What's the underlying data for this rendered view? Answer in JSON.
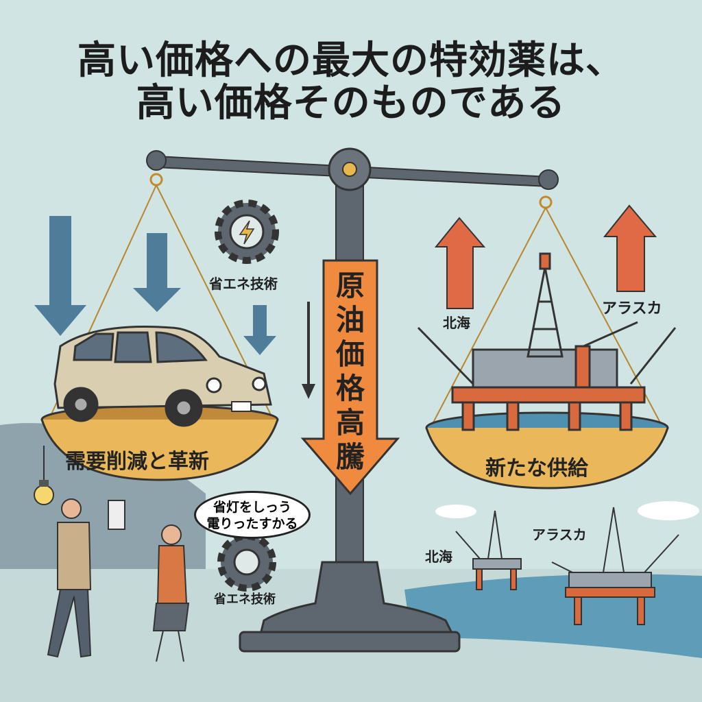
{
  "title": {
    "line1": "高い価格への最大の特効薬は、",
    "line2": "高い価格そのものである"
  },
  "center_arrow": {
    "text": "原油価格高騰"
  },
  "left_pan": {
    "label": "需要削減と革新"
  },
  "right_pan": {
    "label": "新たな供給"
  },
  "gear_labels": {
    "top": "省エネ技術",
    "bottom": "省エネ技術"
  },
  "region_labels": {
    "north_sea_upper": "北海",
    "alaska_upper": "アラスカ",
    "north_sea_lower": "北海",
    "alaska_lower": "アラスカ"
  },
  "speech_bubble": {
    "line1": "省灯をしっう",
    "line2": "電りったすかる"
  },
  "colors": {
    "background": "#cfe4e3",
    "down_arrow": "#4f7d99",
    "up_arrow": "#e06a45",
    "pan": "#eab85a",
    "scale": "#5e6670"
  }
}
